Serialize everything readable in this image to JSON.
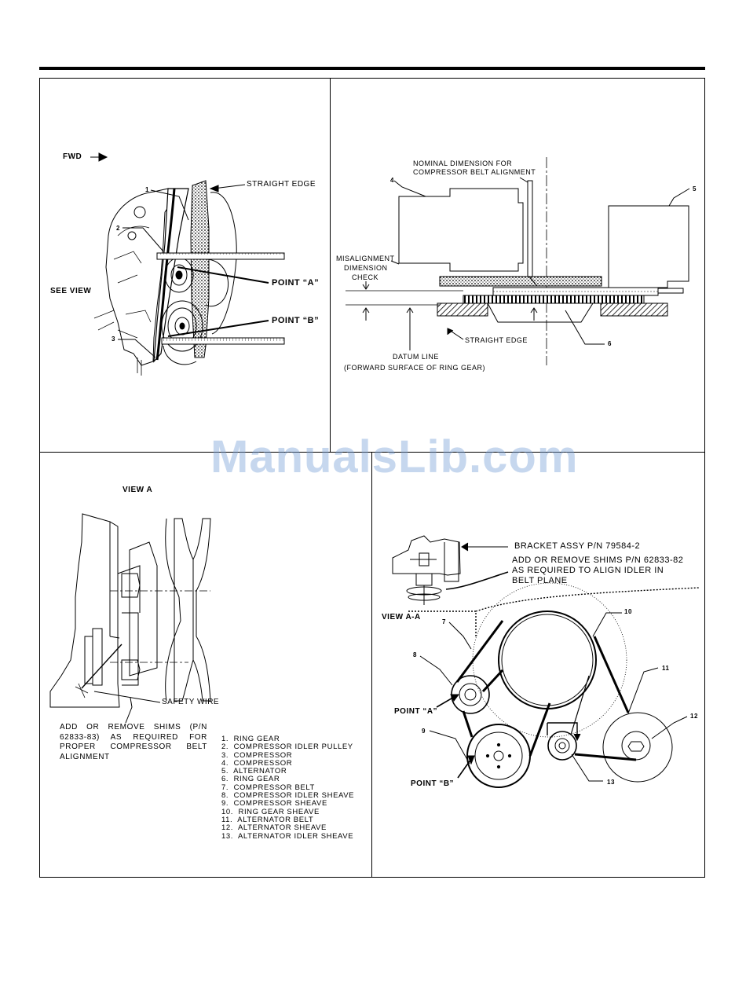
{
  "watermark": "ManualsLib.com",
  "panel_tl": {
    "fwd": "FWD",
    "straight_edge": "STRAIGHT EDGE",
    "see_view": "SEE VIEW",
    "point_a": "POINT “A”",
    "point_b": "POINT “B”",
    "callouts": [
      "1",
      "2",
      "3"
    ]
  },
  "panel_tr": {
    "nominal_line1": "NOMINAL DIMENSION FOR",
    "nominal_line2": "COMPRESSOR BELT ALIGNMENT",
    "misalign_line1": "MISALIGNMENT",
    "misalign_line2": "DIMENSION",
    "misalign_line3": "CHECK",
    "straight_edge": "STRAIGHT EDGE",
    "datum_line": "DATUM LINE",
    "datum_note": "(FORWARD SURFACE OF RING GEAR)",
    "callouts": [
      "4",
      "5",
      "6"
    ]
  },
  "panel_bl": {
    "view_a": "VIEW A",
    "safety_wire": "SAFETY WIRE",
    "shim_note": "ADD OR REMOVE SHIMS (P/N 62833-83) AS REQUIRED FOR PROPER COMPRESSOR BELT ALIGNMENT",
    "legend": [
      "1.  RING GEAR",
      "2.  COMPRESSOR IDLER PULLEY",
      "3.  COMPRESSOR",
      "4.  COMPRESSOR",
      "5.  ALTERNATOR",
      "6.  RING GEAR",
      "7.  COMPRESSOR BELT",
      "8.  COMPRESSOR IDLER SHEAVE",
      "9.  COMPRESSOR SHEAVE",
      "10.  RING GEAR SHEAVE",
      "11.  ALTERNATOR BELT",
      "12.  ALTERNATOR SHEAVE",
      "13.  ALTERNATOR IDLER SHEAVE"
    ]
  },
  "panel_br": {
    "bracket": "BRACKET ASSY P/N 79584-2",
    "shims_line1": "ADD OR REMOVE SHIMS P/N 62833-82",
    "shims_line2": "AS REQUIRED TO ALIGN IDLER IN",
    "shims_line3": "BELT PLANE",
    "view_aa": "VIEW A-A",
    "point_a": "POINT “A”",
    "point_b": "POINT “B”",
    "callouts": [
      "7",
      "8",
      "9",
      "10",
      "11",
      "12",
      "13"
    ]
  }
}
